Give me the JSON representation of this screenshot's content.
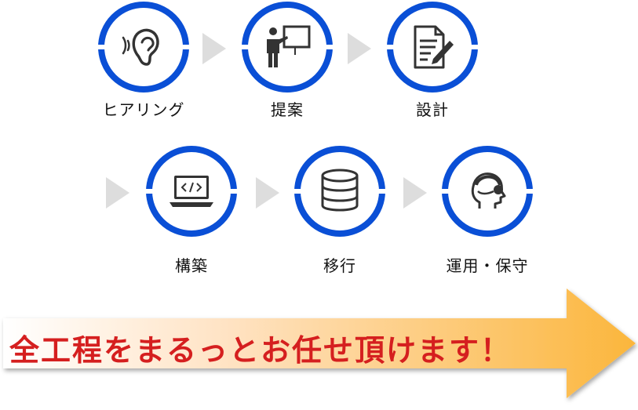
{
  "colors": {
    "ring": "#0a4fd6",
    "icon": "#333333",
    "chevron": "#dddddd",
    "arrow_start": "#ffffff",
    "arrow_end": "#fbb63c",
    "slogan": "#d51f1f"
  },
  "steps": [
    {
      "label": "ヒアリング",
      "icon": "ear-icon"
    },
    {
      "label": "提案",
      "icon": "presenter-icon"
    },
    {
      "label": "設計",
      "icon": "document-pen-icon"
    },
    {
      "label": "構築",
      "icon": "laptop-code-icon"
    },
    {
      "label": "移行",
      "icon": "database-icon"
    },
    {
      "label": "運用・保守",
      "icon": "headset-support-icon"
    }
  ],
  "banner": {
    "text": "全工程をまるっとお任せ頂けます！"
  }
}
